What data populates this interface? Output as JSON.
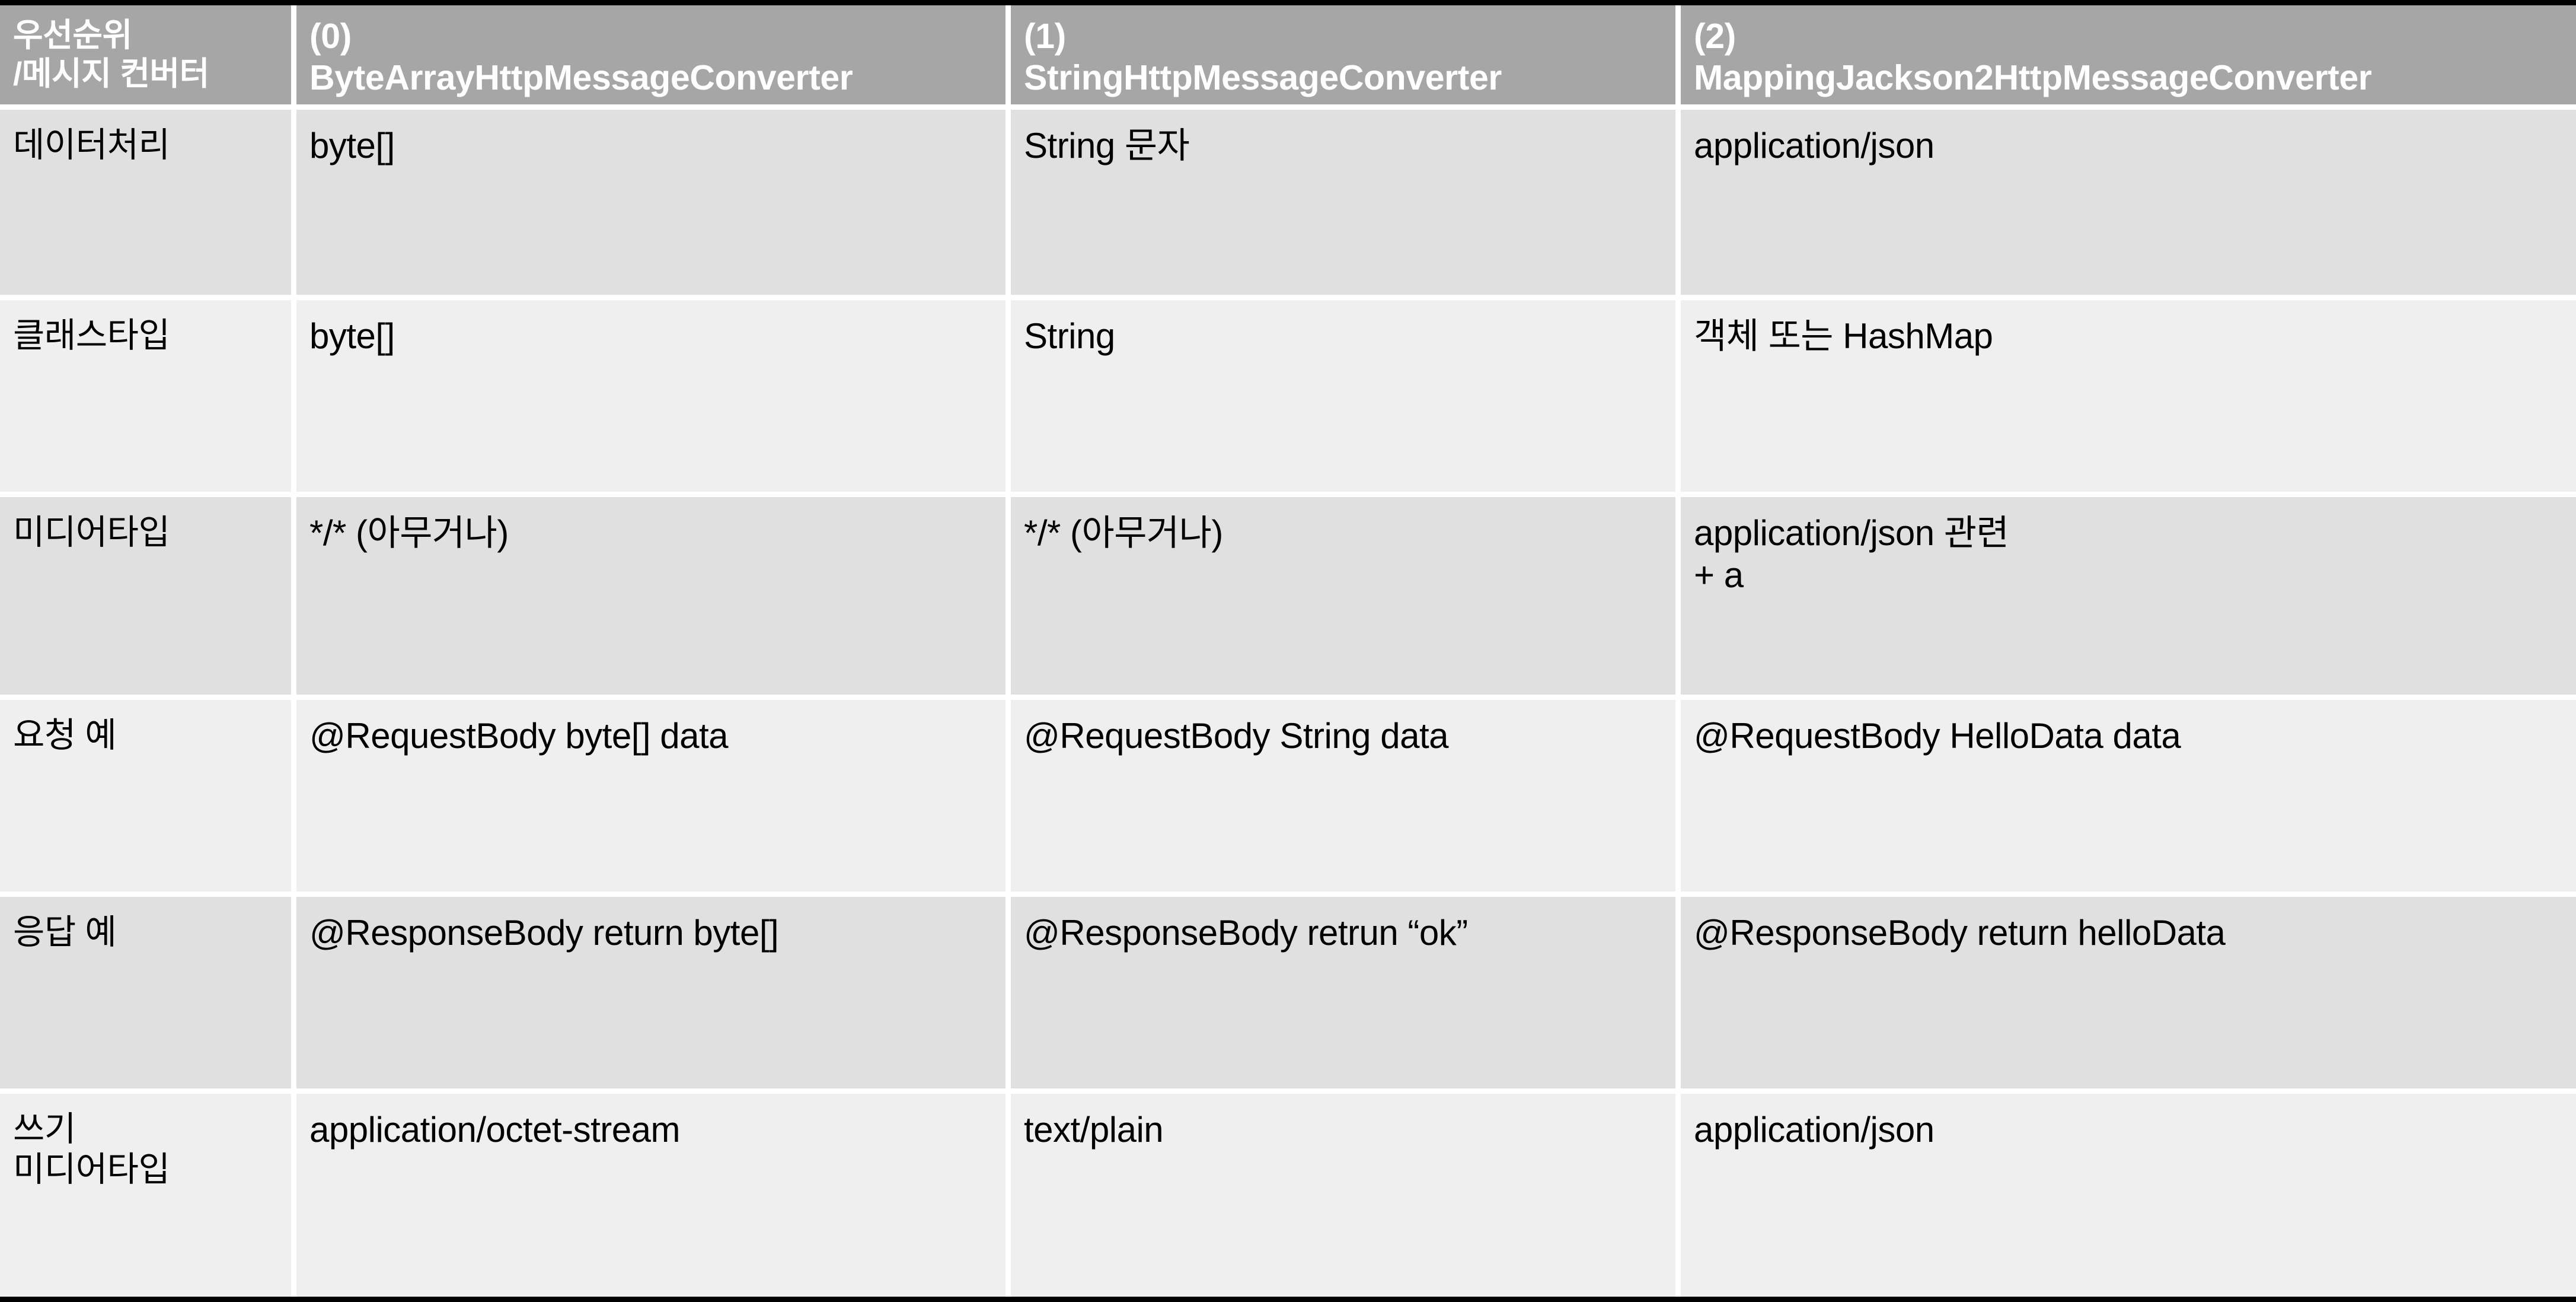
{
  "table": {
    "columns": [
      {
        "id": "col-priority",
        "line1": "우선순위",
        "line2": "/메시지 컨버터",
        "text": "우선순위\n/메시지 컨버터"
      },
      {
        "id": "col-bytearray",
        "index": "(0)",
        "name": "ByteArrayHttpMessageConverter",
        "text": "(0)\nByteArrayHttpMessageConverter"
      },
      {
        "id": "col-string",
        "index": "(1)",
        "name": "StringHttpMessageConverter",
        "text": "(1)\nStringHttpMessageConverter"
      },
      {
        "id": "col-jackson",
        "index": "(2)",
        "name": "MappingJackson2HttpMessageConverter",
        "text": "(2)\nMappingJackson2HttpMessageConverter"
      }
    ],
    "rows": [
      {
        "id": "row-data-handling",
        "label": "데이터처리",
        "cells": [
          "byte[]",
          "String 문자",
          "application/json"
        ]
      },
      {
        "id": "row-class-type",
        "label": "클래스타입",
        "cells": [
          "byte[]",
          "String",
          "객체 또는 HashMap"
        ]
      },
      {
        "id": "row-media-type",
        "label": "미디어타입",
        "cells": [
          "*/* (아무거나)",
          "*/* (아무거나)",
          "application/json 관련\n+ a"
        ]
      },
      {
        "id": "row-request-example",
        "label": "요청 예",
        "cells": [
          "@RequestBody byte[] data",
          "@RequestBody String data",
          "@RequestBody HelloData data"
        ]
      },
      {
        "id": "row-response-example",
        "label": "응답 예",
        "cells": [
          "@ResponseBody return byte[]",
          "@ResponseBody retrun “ok”",
          "@ResponseBody return helloData"
        ]
      },
      {
        "id": "row-write-media-type",
        "label": "쓰기\n미디어타입",
        "cells": [
          "application/octet-stream",
          "text/plain",
          "application/json"
        ]
      }
    ]
  },
  "colors": {
    "header_background": "#a6a6a6",
    "header_text": "#ffffff",
    "row_dark": "#e0e0e0",
    "row_light": "#efefef",
    "grid_line": "#ffffff",
    "outer_rule": "#000000",
    "body_text": "#000000"
  }
}
